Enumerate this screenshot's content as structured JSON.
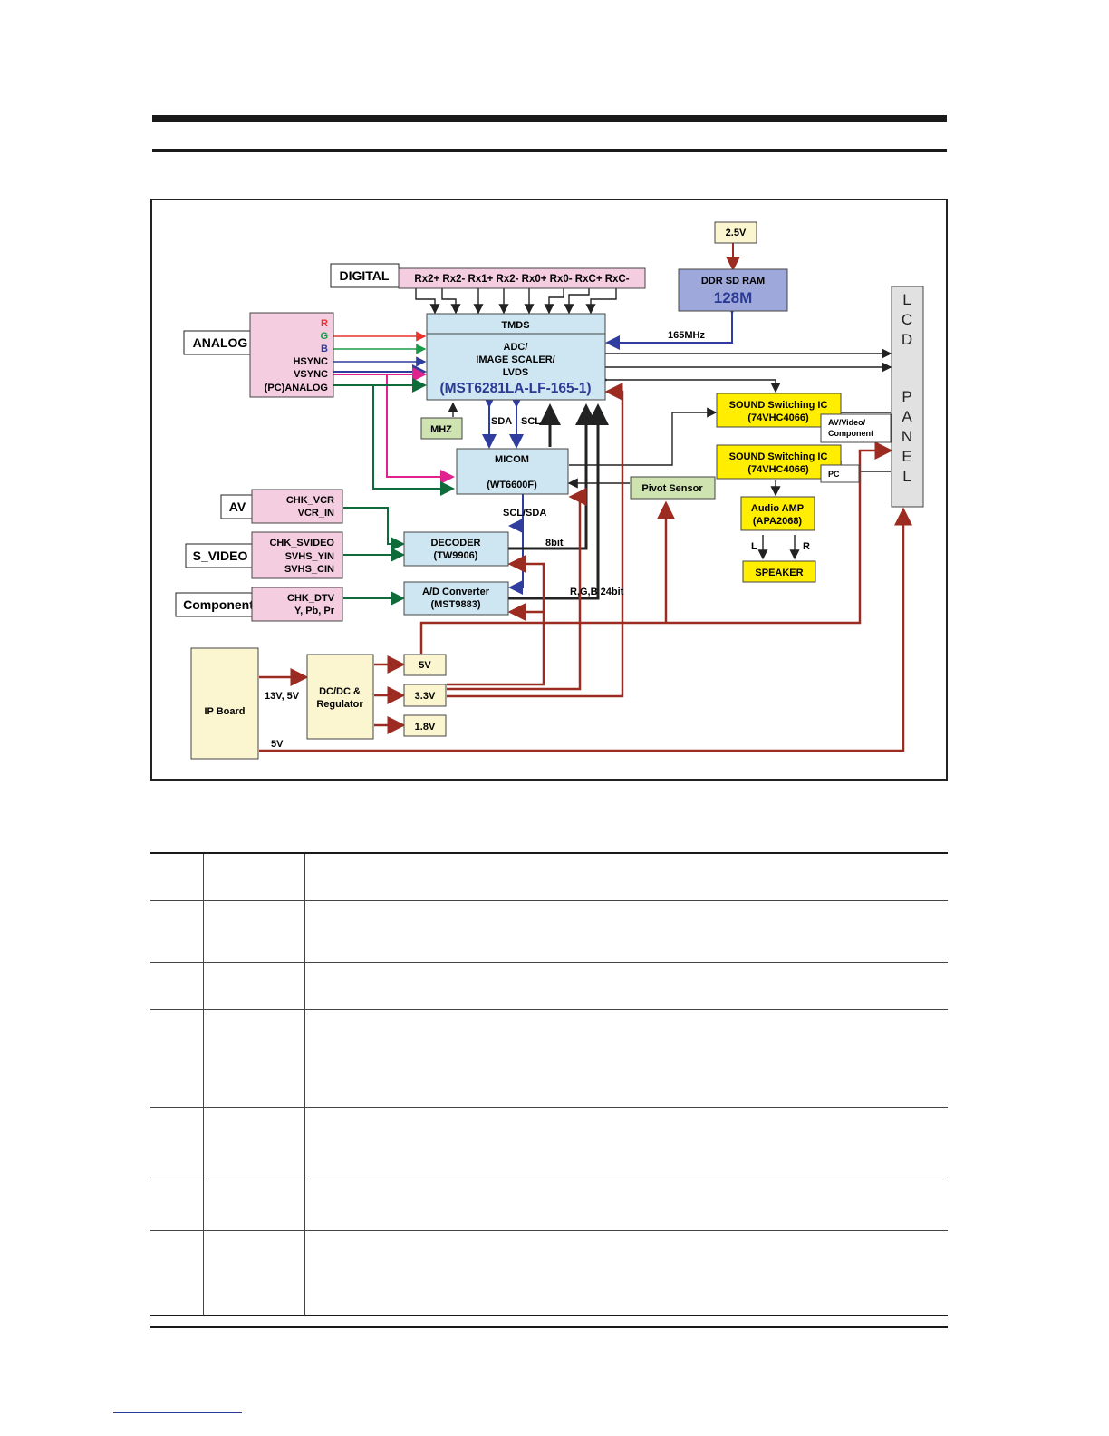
{
  "diagram": {
    "digital_label": "DIGITAL",
    "digital_signals": "Rx2+ Rx2- Rx1+ Rx2- Rx0+ Rx0- RxC+ RxC-",
    "analog_label": "ANALOG",
    "analog_signals": {
      "r": "R",
      "g": "G",
      "b": "B",
      "hsync": "HSYNC",
      "vsync": "VSYNC",
      "pc_analog": "(PC)ANALOG"
    },
    "scaler": {
      "tmds": "TMDS",
      "line1": "ADC/",
      "line2": "IMAGE SCALER/",
      "line3": "LVDS",
      "part": "(MST6281LA-LF-165-1)"
    },
    "mhz_label": "MHZ",
    "sda_label": "SDA",
    "scl_label": "SCL",
    "micom": {
      "title": "MICOM",
      "part": "(WT6600F)"
    },
    "scl_sda_label": "SCL/SDA",
    "ram": {
      "title": "DDR SD RAM",
      "size": "128M"
    },
    "v25_label": "2.5V",
    "freq_label": "165MHz",
    "lcd_panel_letters": [
      "L",
      "C",
      "D",
      "P",
      "A",
      "N",
      "E",
      "L"
    ],
    "sound_ic_1": {
      "title": "SOUND Switching IC",
      "part": "(74VHC4066)",
      "note1": "AV/Video/",
      "note2": "Component"
    },
    "sound_ic_2": {
      "title": "SOUND Switching IC",
      "part": "(74VHC4066)",
      "note": "PC"
    },
    "pivot_label": "Pivot Sensor",
    "amp": {
      "title": "Audio AMP",
      "part": "(APA2068)"
    },
    "left_label": "L",
    "right_label": "R",
    "speaker_label": "SPEAKER",
    "av": {
      "label": "AV",
      "sig1": "CHK_VCR",
      "sig2": "VCR_IN"
    },
    "svideo": {
      "label": "S_VIDEO",
      "sig1": "CHK_SVIDEO",
      "sig2": "SVHS_YIN",
      "sig3": "SVHS_CIN"
    },
    "component": {
      "label": "Component",
      "sig1": "CHK_DTV",
      "sig2": "Y, Pb, Pr"
    },
    "decoder": {
      "title": "DECODER",
      "part": "(TW9906)"
    },
    "bit8_label": "8bit",
    "adc": {
      "title": "A/D Converter",
      "part": "(MST9883)"
    },
    "rgb_label": "R,G,B 24bit",
    "ip_board_label": "IP Board",
    "ip_out_label": "13V, 5V",
    "ip_5v_label": "5V",
    "dcdc": {
      "line1": "DC/DC &",
      "line2": "Regulator"
    },
    "rails": {
      "v5": "5V",
      "v33": "3.3V",
      "v18": "1.8V"
    }
  },
  "colors": {
    "red": "#e8322d",
    "green": "#1a9b48",
    "blue": "#2e3d9e",
    "magenta": "#e0228f",
    "dkgreen": "#0f6b3a",
    "dkred": "#9c2b22",
    "navy": "#2b3a93"
  }
}
